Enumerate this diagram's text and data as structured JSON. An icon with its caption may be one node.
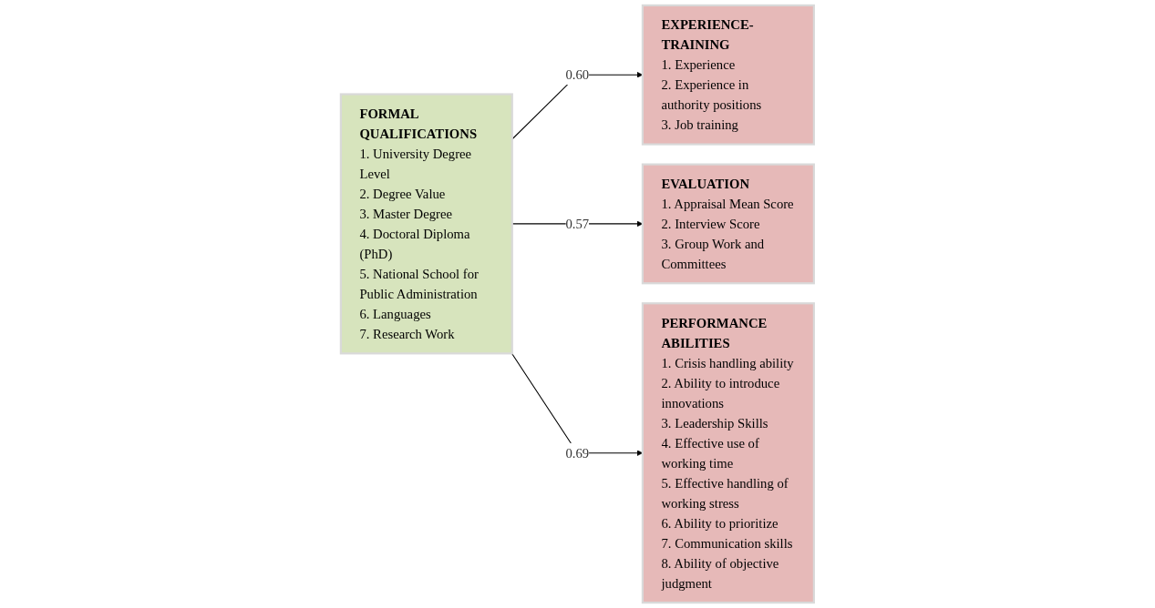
{
  "diagram": {
    "nodes": [
      {
        "text": [
          "FORMAL QUALIFICATIONS",
          "1. University Degree Level",
          "2. Degree Value",
          "3. Master Degree",
          "4. Doctoral Diploma (PhD)",
          "5. National School for Public Administration",
          "6. Languages",
          "7. Research Work"
        ]
      },
      {
        "text": [
          "EXPERIENCE-TRAINING",
          "1. Experience",
          "2. Experience in authority positions",
          "3. Job training"
        ]
      },
      {
        "text": [
          "EVALUATION",
          "1. Appraisal Mean Score",
          "2. Interview Score",
          "3. Group Work and Committees"
        ]
      },
      {
        "text": [
          "PERFORMANCE ABILITIES",
          "1. Crisis handling ability",
          "2. Ability to introduce innovations",
          "3. Leadership Skills",
          "4. Effective use of working time",
          "5. Effective handling of working stress",
          "6. Ability to prioritize",
          "7. Communication skills",
          "8. Ability of objective judgment"
        ]
      }
    ],
    "edges": [
      {
        "from": 0,
        "to": 1,
        "arrow": "to",
        "label": "0.60"
      },
      {
        "from": 0,
        "to": 2,
        "arrow": "to",
        "label": "0.57"
      },
      {
        "from": 0,
        "to": 3,
        "arrow": "to",
        "label": "0.69"
      }
    ]
  }
}
